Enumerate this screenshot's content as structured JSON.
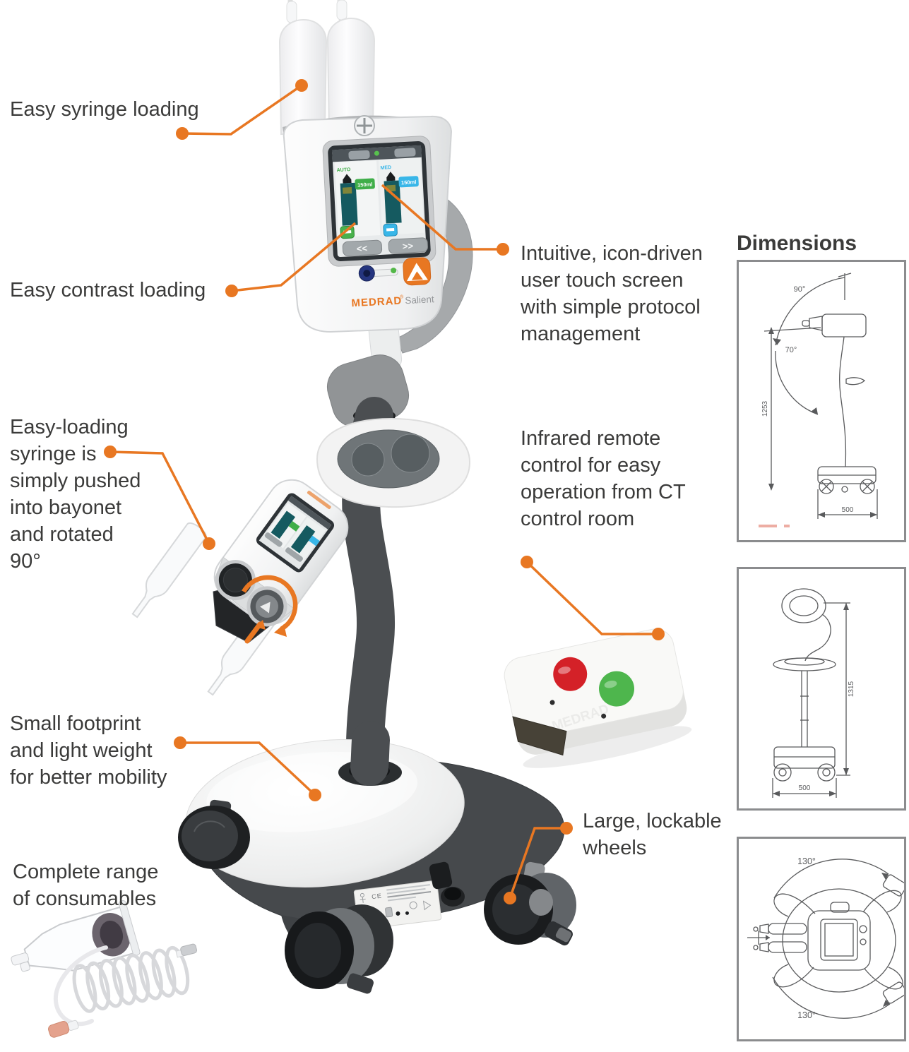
{
  "colors": {
    "accent_orange": "#e87722",
    "label_text": "#3b3b3a",
    "screen_green": "#3fae49",
    "screen_blue": "#38b6e8",
    "remote_red_button": "#d42128",
    "remote_green_button": "#4eb64d"
  },
  "callouts": {
    "syringe_loading": "Easy syringe loading",
    "contrast_loading": "Easy contrast loading",
    "touch_screen": "Intuitive, icon-driven user touch screen with simple protocol management",
    "bayonet": "Easy-loading syringe is simply pushed into bayonet and rotated 90°",
    "remote": "Infrared remote control for easy operation from CT control room",
    "footprint": "Small footprint and light weight for better mobility",
    "wheels": "Large, lockable wheels",
    "consumables": "Complete range of consumables"
  },
  "injector": {
    "brand": "MEDRAD",
    "reg_mark": "®",
    "model": "Salient",
    "screen": {
      "left_mode": "AUTO",
      "right_mode": "MED",
      "left_volume": "150ml",
      "right_volume": "150ml",
      "back_button": "<<",
      "forward_button": ">>"
    },
    "base_plate_mark": "CE"
  },
  "remote_control": {
    "embossed_brand": "MEDRAD"
  },
  "dimensions_panel": {
    "title": "Dimensions",
    "side_view": {
      "upper_angle": "90°",
      "lower_angle": "70°",
      "height_mm": "1253",
      "width_mm": "500"
    },
    "front_view": {
      "height_mm": "1315",
      "width_mm": "500"
    },
    "top_view": {
      "upper_angle": "130°",
      "lower_angle": "130°"
    }
  }
}
